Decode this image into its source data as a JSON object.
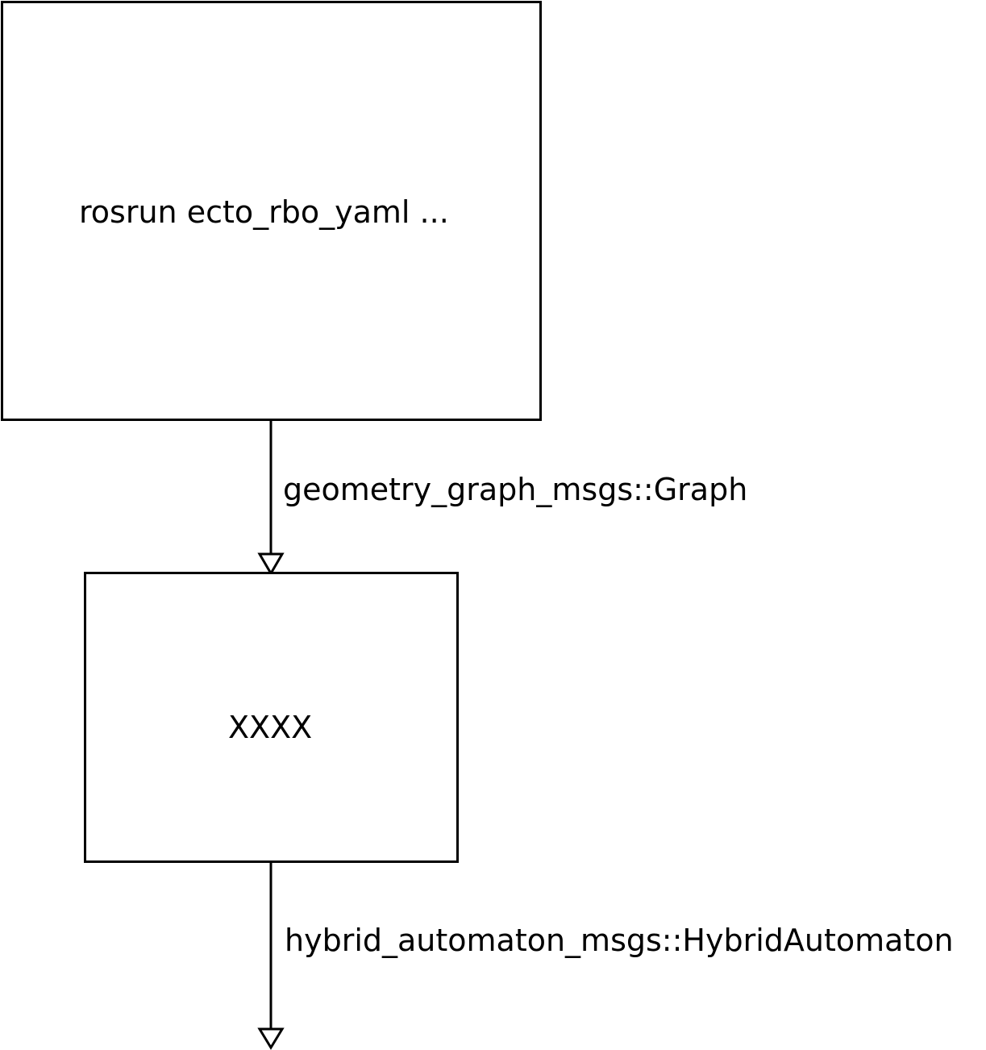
{
  "nodes": {
    "top": {
      "label": "rosrun ecto_rbo_yaml ..."
    },
    "bottom": {
      "label": "XXXX"
    }
  },
  "edges": [
    {
      "label": "geometry_graph_msgs::Graph"
    },
    {
      "label": "hybrid_automaton_msgs::HybridAutomaton"
    }
  ],
  "colors": {
    "stroke": "#000000",
    "background": "#ffffff"
  }
}
